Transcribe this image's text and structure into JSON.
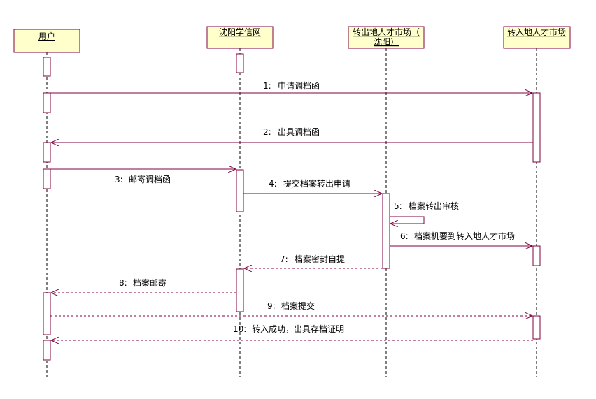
{
  "colors": {
    "stroke": "#800040",
    "box_fill": "#ffffcc",
    "activation_fill": "#ffffff",
    "lifeline": "#000000",
    "text": "#000000"
  },
  "participants": [
    {
      "id": "user",
      "label": "用户"
    },
    {
      "id": "syxx",
      "label": "沈阳学信网"
    },
    {
      "id": "out",
      "label_lines": [
        "转出地人才市场（",
        "沈阳）"
      ]
    },
    {
      "id": "in",
      "label": "转入地人才市场"
    }
  ],
  "messages": [
    {
      "num": "1:",
      "text": "申请调档函",
      "from": "user",
      "to": "in",
      "style": "solid"
    },
    {
      "num": "2:",
      "text": "出具调档函",
      "from": "in",
      "to": "user",
      "style": "solid"
    },
    {
      "num": "3:",
      "text": "邮寄调档函",
      "from": "user",
      "to": "syxx",
      "style": "solid"
    },
    {
      "num": "4:",
      "text": "提交档案转出申请",
      "from": "syxx",
      "to": "out",
      "style": "solid"
    },
    {
      "num": "5:",
      "text": "档案转出审核",
      "from": "out",
      "to": "out",
      "style": "self"
    },
    {
      "num": "6:",
      "text": "档案机要到转入地人才市场",
      "from": "out",
      "to": "in",
      "style": "solid"
    },
    {
      "num": "7:",
      "text": "档案密封自提",
      "from": "out",
      "to": "syxx",
      "style": "dashed"
    },
    {
      "num": "8:",
      "text": "档案邮寄",
      "from": "syxx",
      "to": "user",
      "style": "dashed"
    },
    {
      "num": "9:",
      "text": "档案提交",
      "from": "user",
      "to": "in",
      "style": "dashed"
    },
    {
      "num": "10:",
      "text": "转入成功，出具存档证明",
      "from": "in",
      "to": "user",
      "style": "dashed"
    }
  ]
}
